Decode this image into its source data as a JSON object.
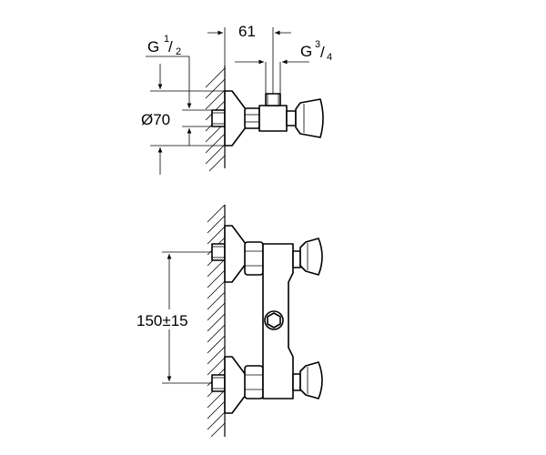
{
  "labels": {
    "dim_width": "61",
    "thread_inlet": "G",
    "thread_inlet_num": "1",
    "thread_inlet_den": "2",
    "thread_outlet": "G",
    "thread_outlet_num": "3",
    "thread_outlet_den": "4",
    "diameter": "Ø70",
    "spacing": "150±15"
  },
  "icons": {
    "hexagon_outlet": "hexagon-nut-icon"
  },
  "colors": {
    "line": "#000000",
    "background": "#ffffff"
  }
}
